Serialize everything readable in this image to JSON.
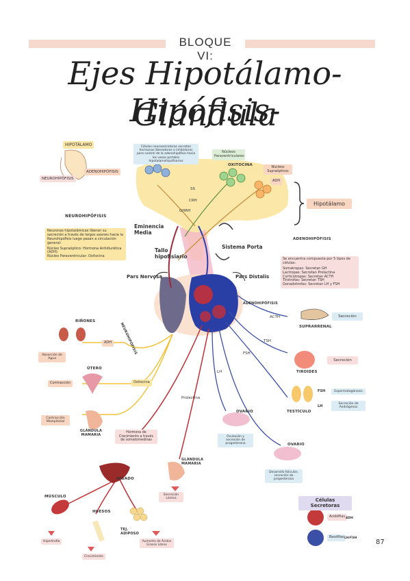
{
  "header": {
    "bloque": "BLOQUE VI:",
    "title_line1": "Ejes Hipotálamo-Hipófisis-",
    "title_line2": "Glándula"
  },
  "top_left": {
    "hipotalamo": "HIPOTÁLAMO",
    "neurohipofisis": "NEUROHIPÓFISIS",
    "adenohipofisis": "ADENOHIPÓFISIS"
  },
  "nucleos": {
    "top_box": "Células neurosecretoras secretan hormonas liberadoras o inhibidoras para control de la adenohipófisis hacia los vasos portales hipotalamohipofisarios",
    "paraventriculares": "Núcleos Paraventriculares",
    "oxitocina": "OXITOCINA",
    "supraopticos": "Núcleos Supraópticos",
    "adh": "ADH",
    "ss": "SS",
    "crh": "CRH",
    "ghrh": "GHRH",
    "hipotalamo": "Hipotálamo"
  },
  "neuro": {
    "heading": "NEUROHIPÓFISIS",
    "intro": "Neuronas hipotalámicas liberan su secreción a través de largos axones hacia la Neurohipófisis luego pasan a circulación general:",
    "items": [
      "Núcleo Supraóptico: Hormona Antidiurética (ADH)",
      "Núcleo Paraventricular: Oxitocina"
    ]
  },
  "labels": {
    "eminencia": "Eminencia Media",
    "tallo": "Tallo hipofisiario",
    "portal": "Sistema Porta",
    "pars_nervosa": "Pars Nervosa",
    "pars_distalis": "Pars Distalis"
  },
  "adeno": {
    "heading": "ADENOHIPÓFISIS",
    "intro": "Se encuentra compuesta por 5 tipos de células:",
    "items": [
      "Somatropas: Secretan GH",
      "Lactropas: Secretan Prolactina",
      "Corticotropas: Secretan ACTH",
      "Tirotrofas: Secretan TSH",
      "Gonadotrofas: Secretan LH y FSH"
    ],
    "subheading": "ADENOHIPÓFISIS"
  },
  "left_tree": {
    "neurohipofisis_vert": "NEUROHIPÓFISIS",
    "rinones": "RIÑONES",
    "adh": "ADH",
    "absorcion": "Absorción de Agua",
    "utero": "ÚTERO",
    "oxitocina": "Oxitocina",
    "contraccion": "Contracción",
    "mama": "GLÁNDULA MAMARIA",
    "eyeccion": "Contracción Mioepitelial"
  },
  "right_tree": {
    "acth": "ACTH",
    "suprarrenal": "SUPRARRENAL",
    "secrecion1": "Secreción",
    "tsh": "TSH",
    "tiroides": "TIROIDES",
    "secrecion2": "Secreción",
    "fsh": "FSH",
    "lh": "LH",
    "testiculo": "TESTÍCULO",
    "fsh2": "FSH",
    "esperma": "Espermatogénesis",
    "lh2": "LH",
    "andro": "Secreción de Andrógenos",
    "ovario1": "OVARIO",
    "ovulacion": "Ovulación y secreción de progesterona",
    "ovario2": "OVARIO",
    "folicular": "Desarrollo folicular, secreción de progesterona"
  },
  "bottom": {
    "prolactina": "Prolactina",
    "gh_box": "Hormona de Crecimiento a través de somatomedinas",
    "mama": "GLÁNDULA MAMARIA",
    "leche": "Secreción Láctea",
    "higado": "HÍGADO",
    "musculo": "MÚSCULO",
    "huesos": "HUESOS",
    "tejido": "TEJ. ADIPOSO",
    "hipertrofia": "Hipertrofia",
    "crecimiento": "Crecimiento",
    "acidos": "Aumento de Ácidos Grasos Libres"
  },
  "cells": {
    "title": "Células Secretoras",
    "acidofilas": "Acidófilas",
    "basofilas": "Basófilas",
    "note1": "ADH",
    "note2": "LH/FSH"
  },
  "page_number": "87"
}
